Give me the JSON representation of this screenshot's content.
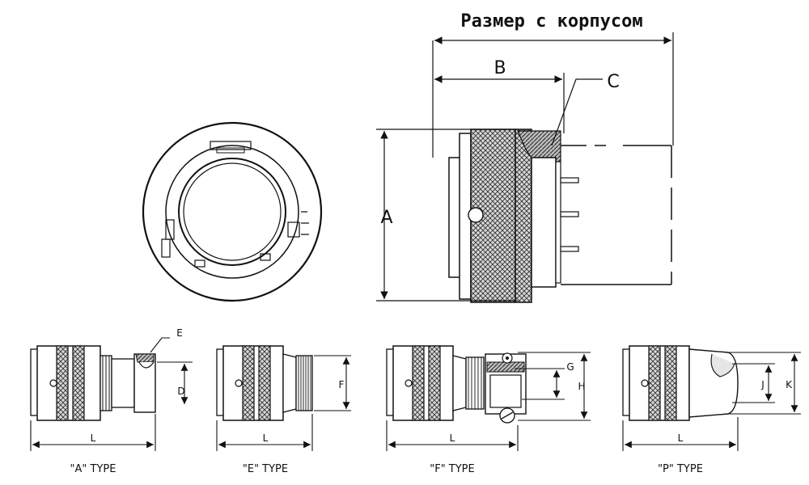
{
  "title": "Размер с корпусом",
  "main_view": {
    "dim_a": "A",
    "dim_b": "B",
    "dim_c": "C"
  },
  "variants": [
    {
      "type_label": "\"A\" TYPE",
      "length_label": "L",
      "dims": [
        "D",
        "E"
      ]
    },
    {
      "type_label": "\"E\" TYPE",
      "length_label": "L",
      "dims": [
        "F"
      ]
    },
    {
      "type_label": "\"F\" TYPE",
      "length_label": "L",
      "dims": [
        "G",
        "H"
      ]
    },
    {
      "type_label": "\"P\" TYPE",
      "length_label": "L",
      "dims": [
        "J",
        "K"
      ]
    }
  ]
}
